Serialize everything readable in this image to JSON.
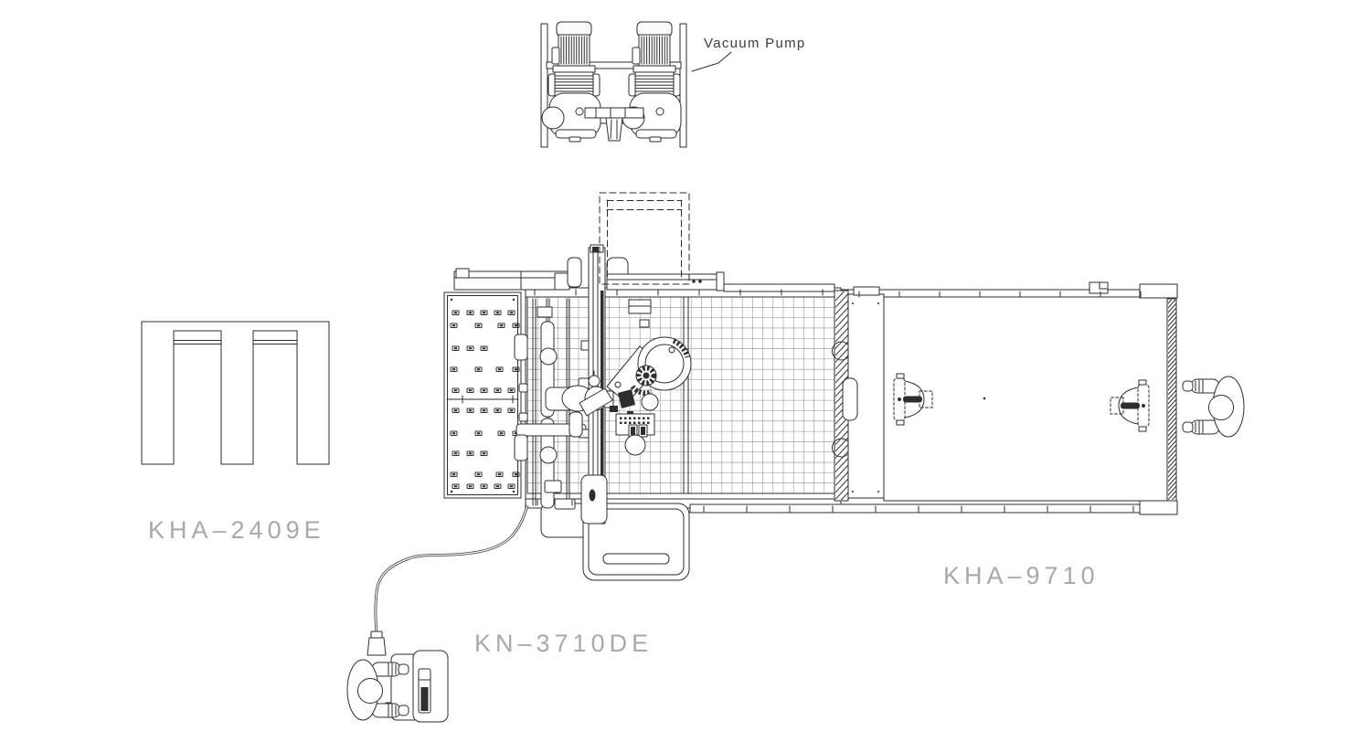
{
  "diagram": {
    "background": "#ffffff",
    "line_color": "#2e2e2e",
    "grid_color": "#8f8f8f",
    "label_color": "#a9a9a9",
    "annotation_color": "#3c3c3c",
    "annotations": {
      "vacuum_pump": "Vacuum Pump"
    },
    "labels": {
      "pallet": "KHA–2409E",
      "machine": "KN–3710DE",
      "outfeed_table": "KHA–9710"
    }
  }
}
